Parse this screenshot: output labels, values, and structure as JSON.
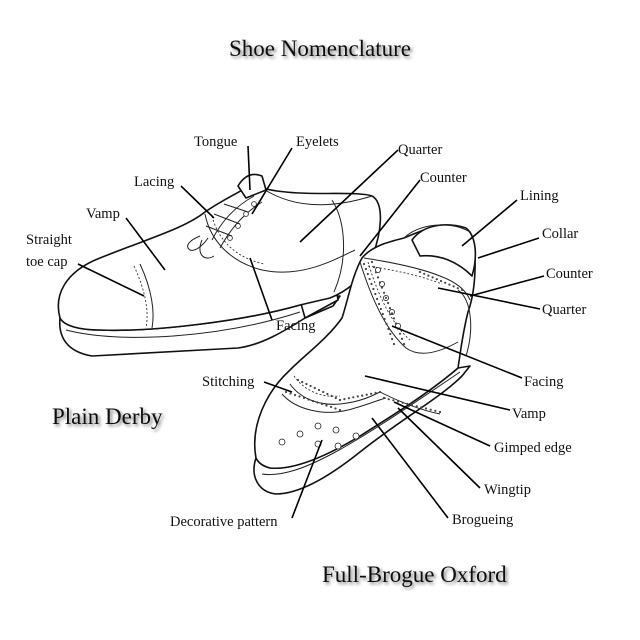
{
  "title": "Shoe Nomenclature",
  "shoes": {
    "derby": "Plain Derby",
    "oxford": "Full-Brogue Oxford"
  },
  "labels": {
    "tongue": "Tongue",
    "eyelets": "Eyelets",
    "quarter_top": "Quarter",
    "counter_top": "Counter",
    "lacing": "Lacing",
    "vamp_derby": "Vamp",
    "straight_toe_cap_1": "Straight",
    "straight_toe_cap_2": "toe cap",
    "facing_derby": "Facing",
    "lining": "Lining",
    "collar": "Collar",
    "counter_right": "Counter",
    "quarter_right": "Quarter",
    "facing_oxford": "Facing",
    "stitching": "Stitching",
    "vamp_oxford": "Vamp",
    "gimped_edge": "Gimped edge",
    "wingtip": "Wingtip",
    "brogueing": "Brogueing",
    "decorative_pattern": "Decorative pattern"
  }
}
